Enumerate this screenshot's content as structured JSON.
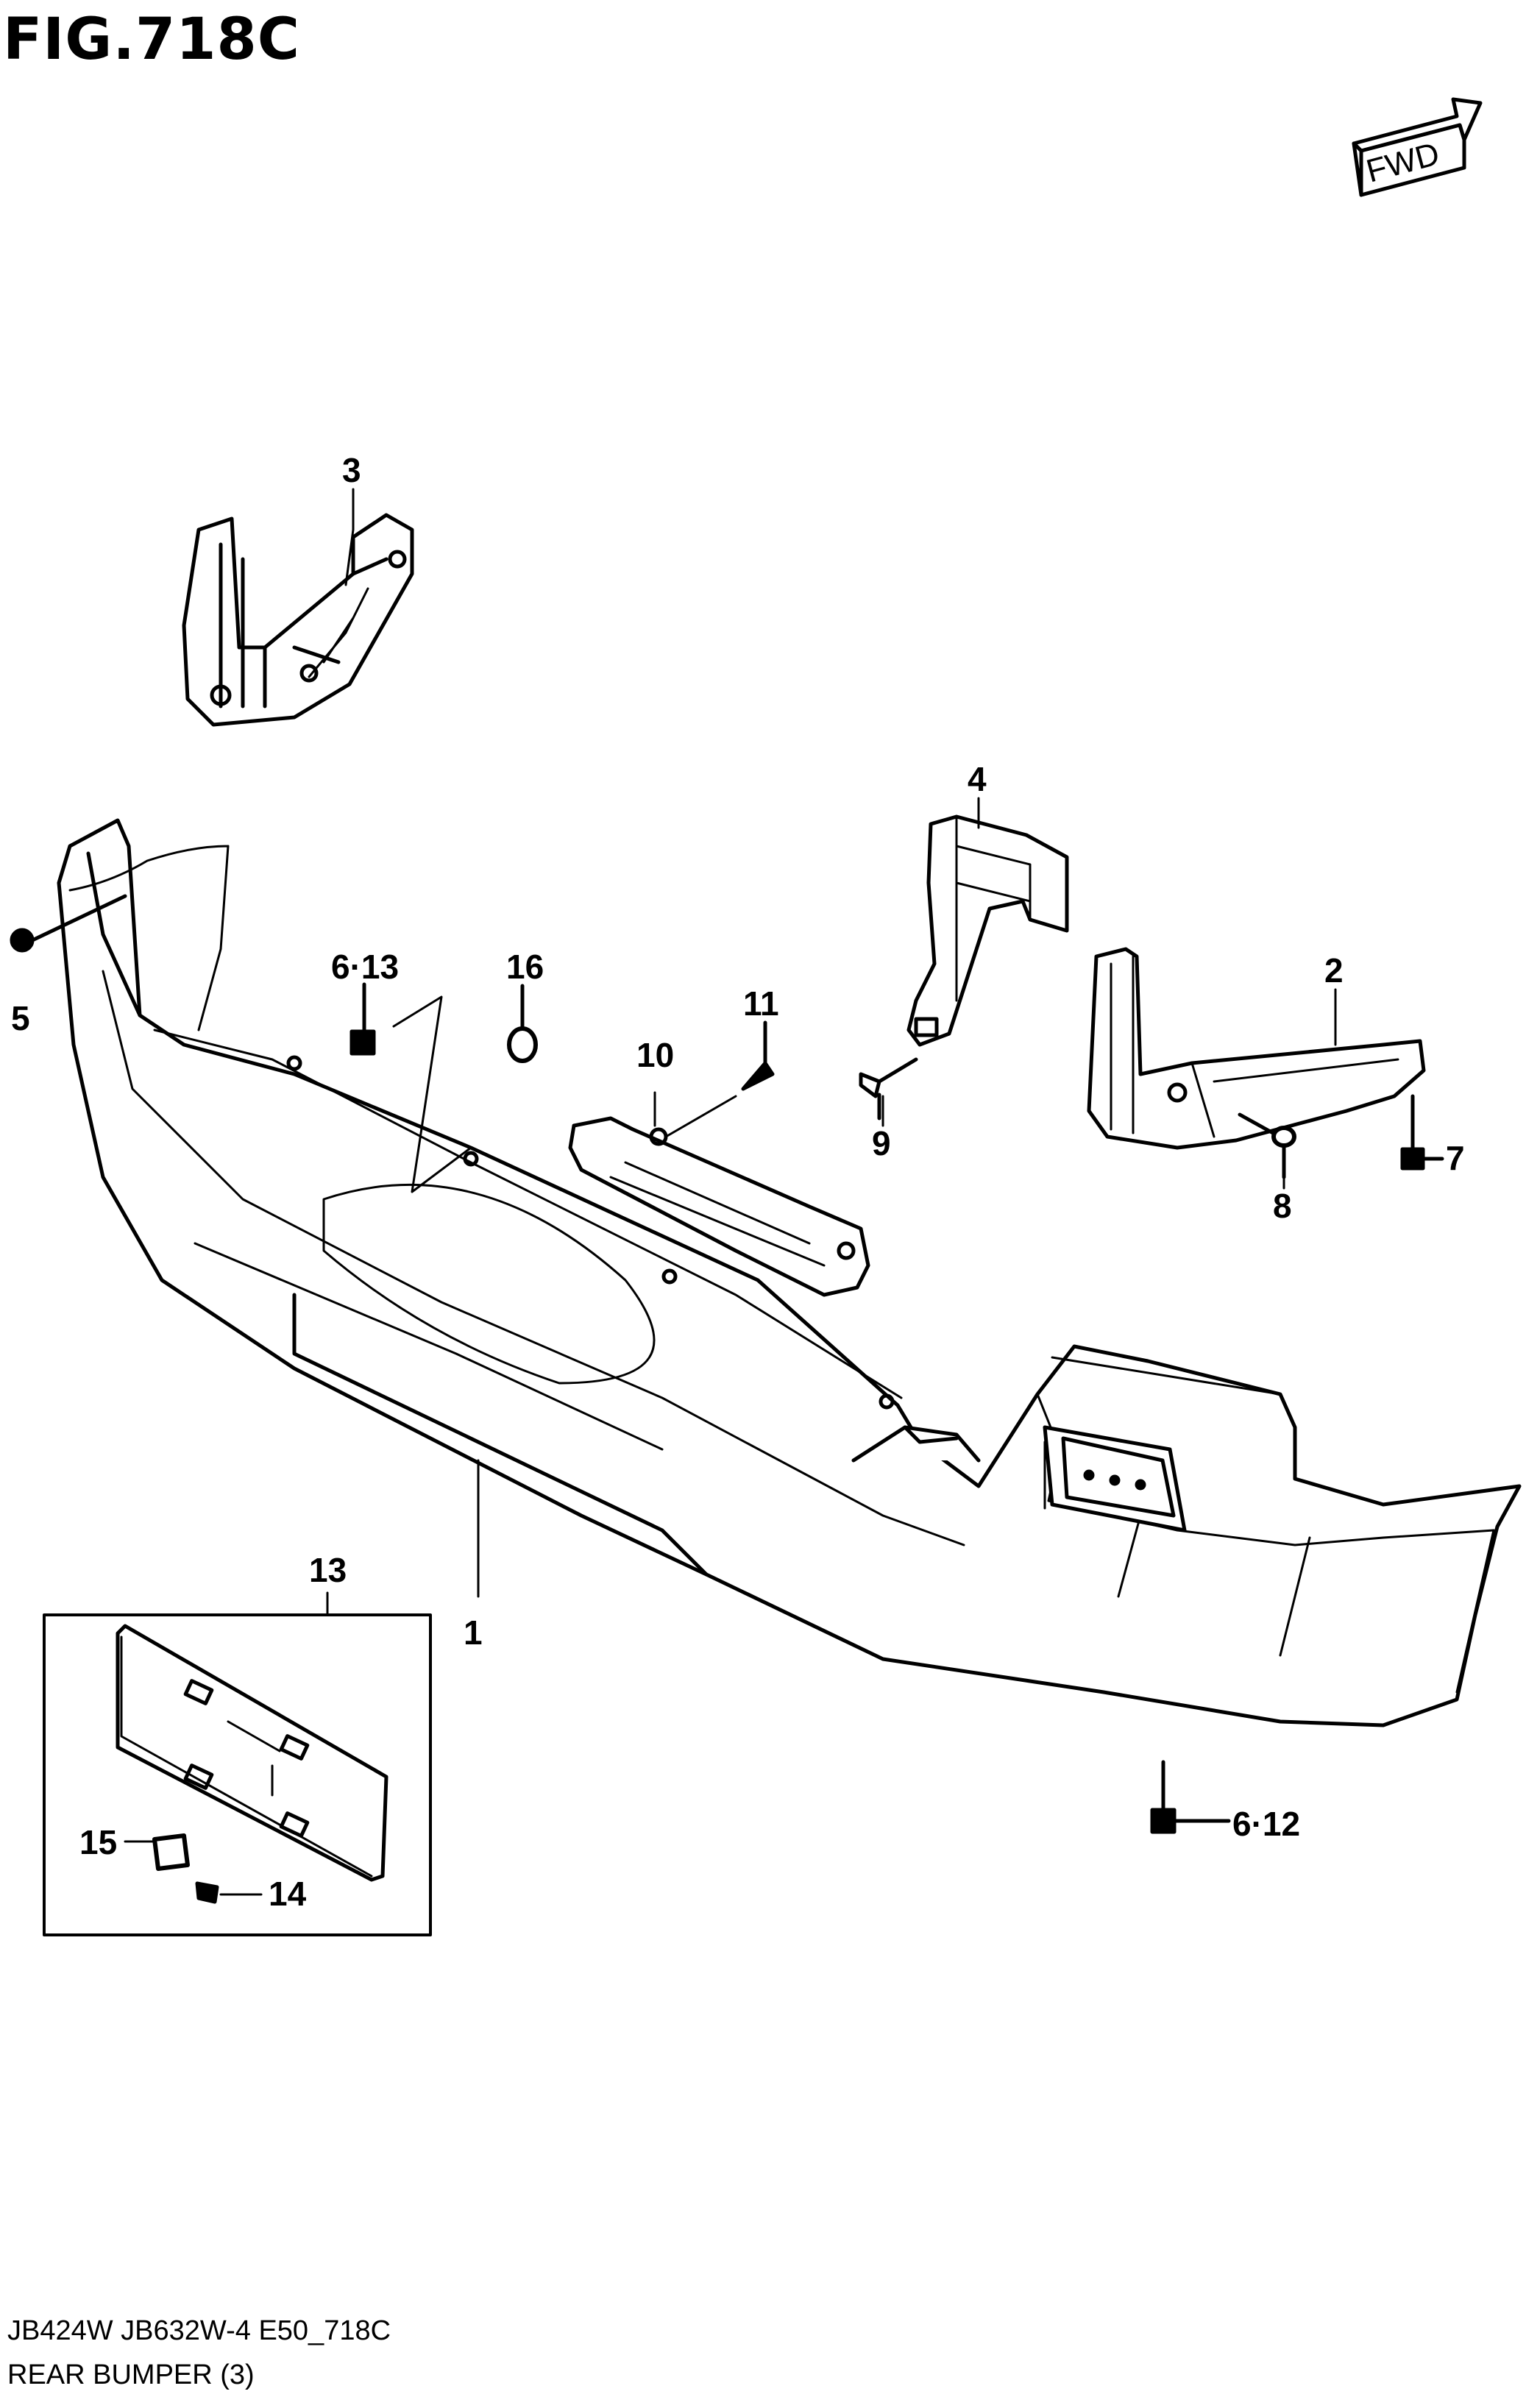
{
  "figure_title": "FIG.718C",
  "fwd_label": "FWD",
  "footer": {
    "model_line": "JB424W JB632W-4 E50_718C",
    "section_name": "REAR BUMPER (3)"
  },
  "callouts": {
    "c1": "1",
    "c2": "2",
    "c3": "3",
    "c4": "4",
    "c5": "5",
    "c6_13": "6·13",
    "c7": "7",
    "c8": "8",
    "c9": "9",
    "c10": "10",
    "c11": "11",
    "c16": "16",
    "c13": "13",
    "c6_12": "6·12",
    "c14": "14",
    "c15": "15"
  }
}
